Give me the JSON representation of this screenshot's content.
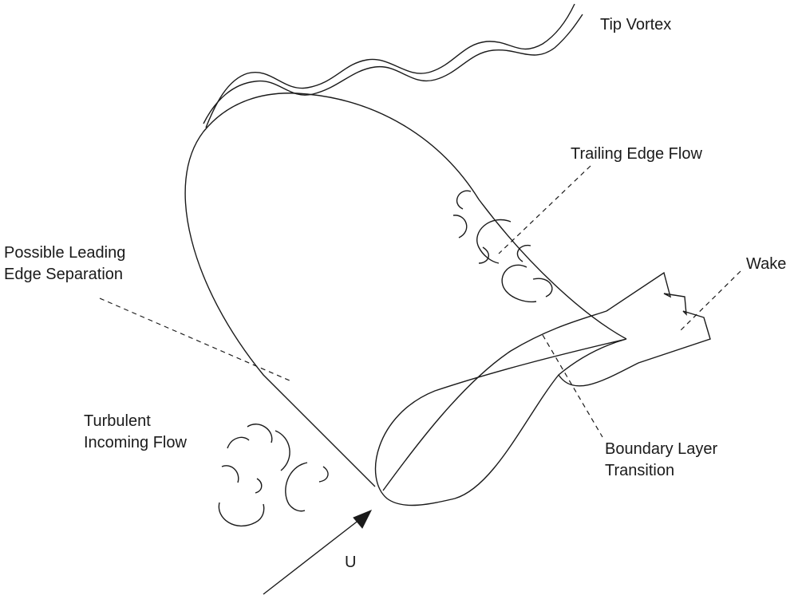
{
  "labels": {
    "tip_vortex": "Tip Vortex",
    "trailing_edge_flow": "Trailing Edge Flow",
    "wake": "Wake",
    "leading_edge_separation": [
      "Possible Leading",
      "Edge Separation"
    ],
    "turbulent_incoming_flow": [
      "Turbulent",
      "Incoming Flow"
    ],
    "boundary_layer_transition": [
      "Boundary Layer",
      "Transition"
    ],
    "flow_velocity": "U"
  },
  "colors": {
    "ink": "#1a1a1a",
    "background": "#ffffff"
  }
}
